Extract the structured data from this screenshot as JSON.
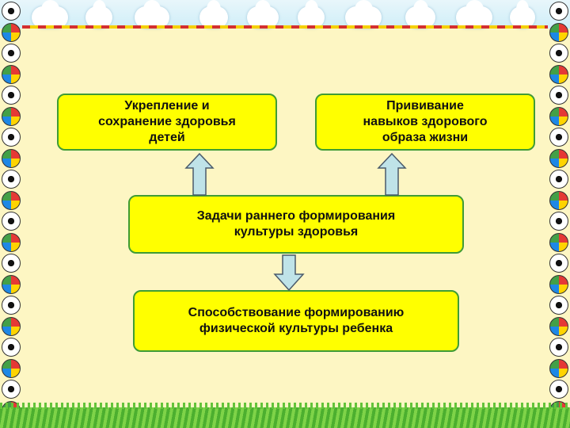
{
  "boxes": {
    "strengthen": "Укрепление и\nсохранение здоровья\nдетей",
    "instill": "Прививание\nнавыков здорового\nобраза жизни",
    "tasks": "Задачи раннего формирования\nкультуры здоровья",
    "promote": "Способствование формированию\nфизической культуры ребенка"
  },
  "colors": {
    "box_fill": "#ffff00",
    "box_border": "#3f9c35",
    "arrow_fill": "#bfe3e8",
    "arrow_stroke": "#4a5a6a",
    "background": "#fdf6c3"
  }
}
